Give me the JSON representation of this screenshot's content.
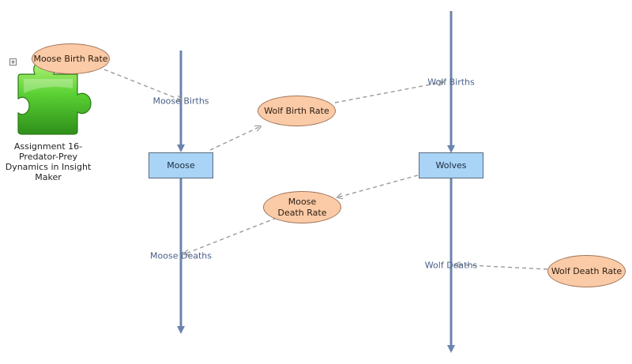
{
  "model": {
    "folder_caption": "Assignment 16- Predator-Prey Dynamics in Insight Maker",
    "folder_toggle": "+"
  },
  "stocks": {
    "moose": "Moose",
    "wolves": "Wolves"
  },
  "flows": {
    "moose_births": "Moose Births",
    "moose_deaths": "Moose Deaths",
    "wolf_births": "Wolf Births",
    "wolf_deaths": "Wolf Deaths"
  },
  "variables": {
    "moose_birth_rate": "Moose Birth Rate",
    "wolf_birth_rate": "Wolf Birth Rate",
    "moose_death_rate": "Moose Death Rate",
    "wolf_death_rate": "Wolf Death Rate"
  },
  "colors": {
    "flow": "#6c84ad",
    "link": "#9a9a9a",
    "stock_fill": "#a9d4f5",
    "variable_fill": "#fbcaa6",
    "folder_green": "#4cc02e"
  },
  "icons": {
    "folder": "puzzle-piece-icon",
    "toggle": "expand-toggle-icon"
  }
}
